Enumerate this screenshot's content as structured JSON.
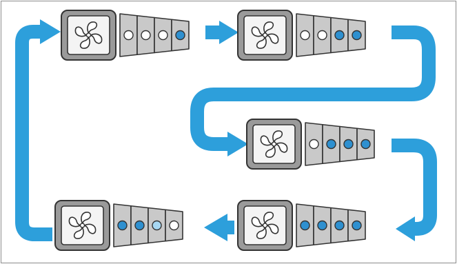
{
  "colors": {
    "flow_arrow": "#2d9fdb",
    "dot_blue": "#2e90d0",
    "dot_light_blue": "#a7d7f2",
    "dot_white": "#ffffff",
    "panel_gray": "#c9c9c9",
    "frame_gray": "#9a9a9a",
    "outline": "#333333",
    "border": "#8c8c8c"
  },
  "icons": {
    "fan": "fan-icon",
    "fin_dot": "level-dot"
  },
  "units": [
    {
      "id": "unit-top-left",
      "levels": [
        "white",
        "white",
        "white",
        "blue"
      ]
    },
    {
      "id": "unit-top-right",
      "levels": [
        "white",
        "white",
        "blue",
        "blue"
      ]
    },
    {
      "id": "unit-middle-right",
      "levels": [
        "white",
        "blue",
        "blue",
        "blue"
      ]
    },
    {
      "id": "unit-bottom-right",
      "levels": [
        "blue",
        "blue",
        "blue",
        "blue"
      ]
    },
    {
      "id": "unit-bottom-left",
      "levels": [
        "blue",
        "blue",
        "light-blue",
        "white"
      ]
    }
  ],
  "flow_order": [
    "unit-top-left",
    "unit-top-right",
    "unit-middle-right",
    "unit-bottom-right",
    "unit-bottom-left",
    "unit-top-left"
  ]
}
